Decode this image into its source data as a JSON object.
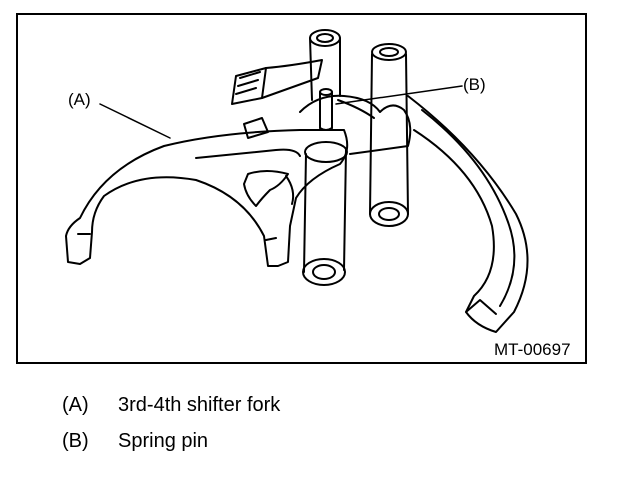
{
  "figure": {
    "figure_id": "MT-00697",
    "callouts": [
      {
        "key": "(A)"
      },
      {
        "key": "(B)"
      }
    ]
  },
  "legend": [
    {
      "key": "(A)",
      "text": "3rd-4th shifter fork"
    },
    {
      "key": "(B)",
      "text": "Spring pin"
    }
  ]
}
